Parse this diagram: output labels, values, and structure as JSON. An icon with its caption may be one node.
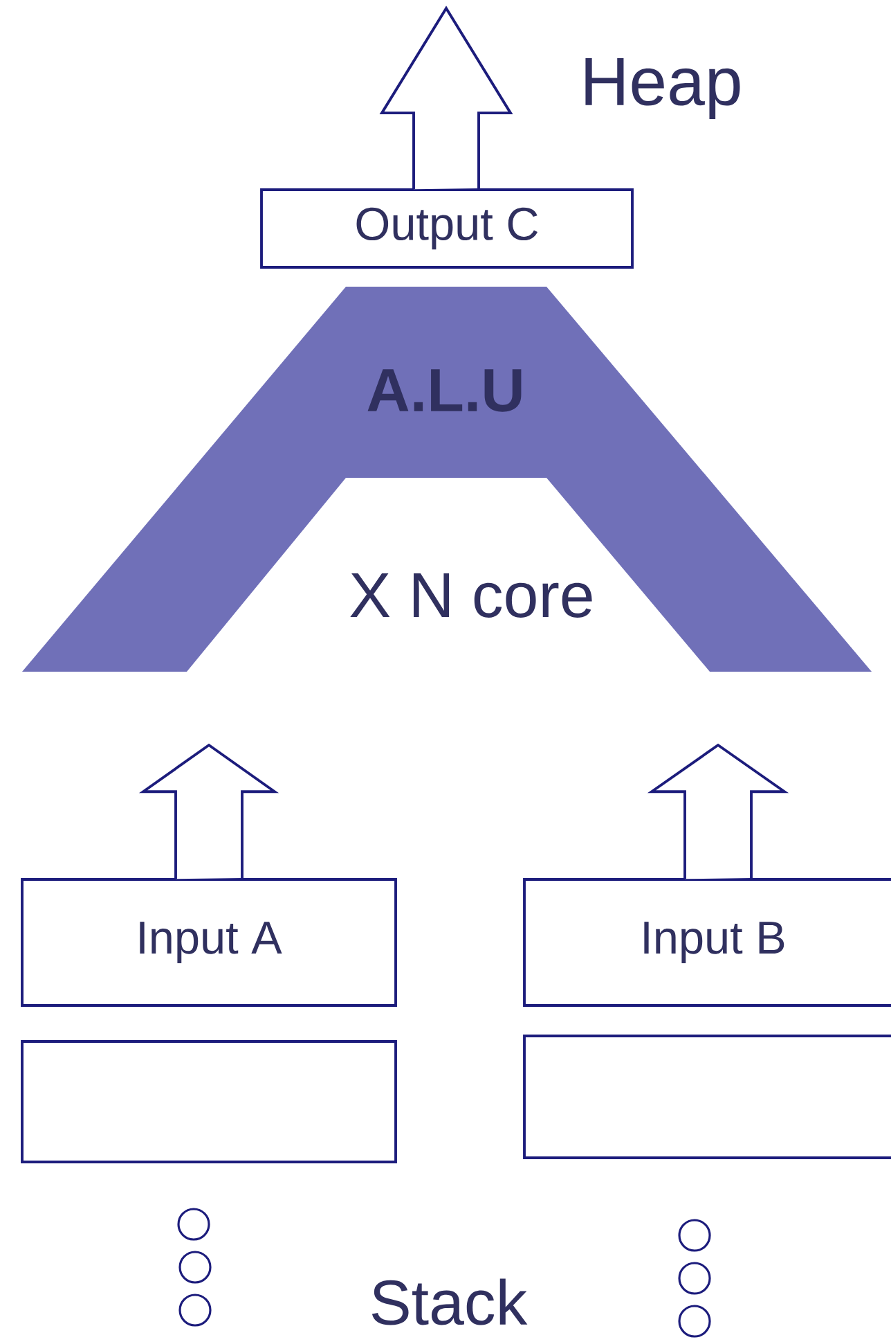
{
  "diagram": {
    "nodes": [
      {
        "text": [
          "Output C"
        ]
      },
      {
        "text": [
          "A.L.U"
        ]
      },
      {
        "text": [
          "Input A"
        ]
      },
      {
        "text": [],
        "shape": "box"
      },
      {
        "text": [
          "Input B"
        ]
      },
      {
        "text": [],
        "shape": "box"
      }
    ],
    "edges": [
      {
        "from": 0,
        "to": null,
        "arrow": "to"
      },
      {
        "from": 2,
        "to": null,
        "arrow": "to"
      },
      {
        "from": 4,
        "to": null,
        "arrow": "to"
      }
    ],
    "labels": [
      "Heap",
      "X N core",
      "Stack"
    ]
  }
}
